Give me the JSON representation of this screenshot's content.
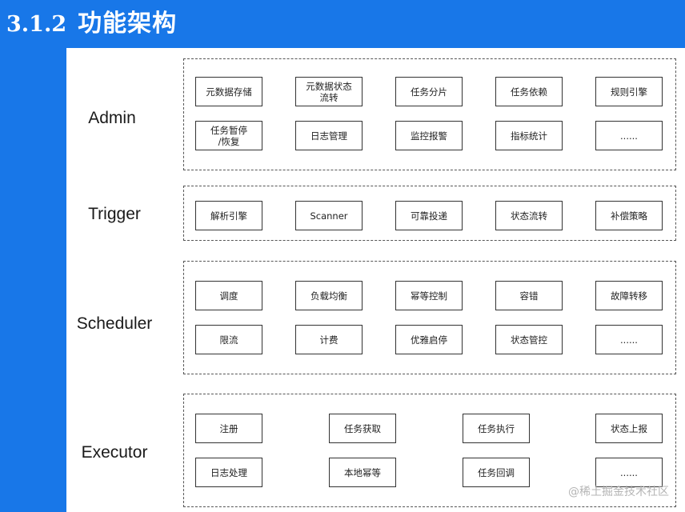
{
  "slide": {
    "number": "3.1.2",
    "title": "功能架构"
  },
  "layers": [
    {
      "name": "Admin",
      "rows": [
        [
          "元数据存储",
          "元数据状态\n流转",
          "任务分片",
          "任务依赖",
          "规则引擎"
        ],
        [
          "任务暂停\n/恢复",
          "日志管理",
          "监控报警",
          "指标统计",
          "......"
        ]
      ]
    },
    {
      "name": "Trigger",
      "rows": [
        [
          "解析引擎",
          "Scanner",
          "可靠投递",
          "状态流转",
          "补偿策略"
        ]
      ]
    },
    {
      "name": "Scheduler",
      "rows": [
        [
          "调度",
          "负载均衡",
          "幂等控制",
          "容错",
          "故障转移"
        ],
        [
          "限流",
          "计费",
          "优雅启停",
          "状态管控",
          "......"
        ]
      ]
    },
    {
      "name": "Executor",
      "rows": [
        [
          "注册",
          "任务获取",
          "任务执行",
          "状态上报"
        ],
        [
          "日志处理",
          "本地幂等",
          "任务回调",
          "......"
        ]
      ]
    }
  ],
  "watermark": "@稀土掘金技术社区"
}
